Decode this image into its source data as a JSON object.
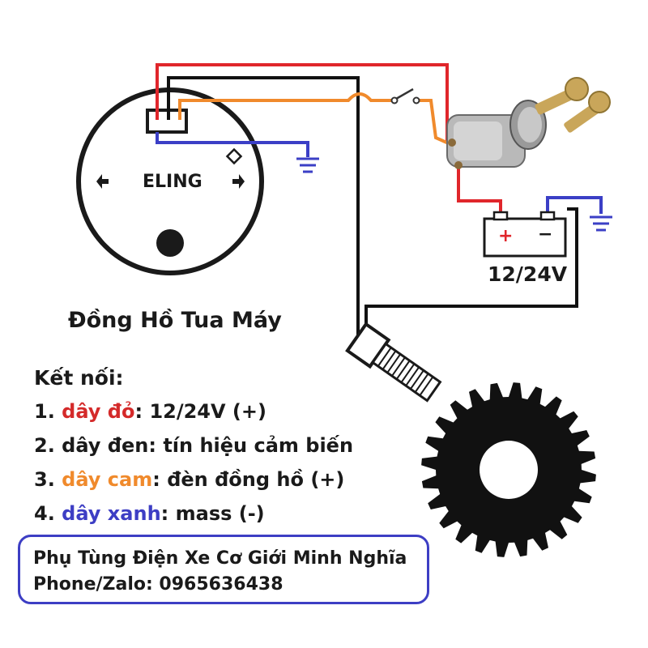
{
  "gauge": {
    "brand": "ELING",
    "title": "Đồng Hồ Tua Máy"
  },
  "battery": {
    "plus": "+",
    "minus": "−",
    "voltage": "12/24V"
  },
  "connections": {
    "title": "Kết nối:",
    "items": [
      {
        "num": "1. ",
        "wire": "dây đỏ",
        "desc": ": 12/24V (+)",
        "color": "#d42a2a"
      },
      {
        "num": "2. ",
        "wire": "dây đen",
        "desc": ": tín hiệu cảm biến",
        "color": "#1a1a1a"
      },
      {
        "num": "3. ",
        "wire": "dây cam",
        "desc": ": đèn đồng hồ (+)",
        "color": "#f08a2c"
      },
      {
        "num": "4. ",
        "wire": "dây xanh",
        "desc": ": mass (-)",
        "color": "#3d3ec4"
      }
    ]
  },
  "contact": {
    "shop": "Phụ Tùng Điện Xe Cơ Giới Minh Nghĩa",
    "phone": "Phone/Zalo: 0965636438"
  },
  "colors": {
    "red_wire": "#e0262b",
    "black_wire": "#111111",
    "orange_wire": "#f08a2c",
    "blue_wire": "#3b3fc6",
    "box_border": "#3d3ec4"
  }
}
